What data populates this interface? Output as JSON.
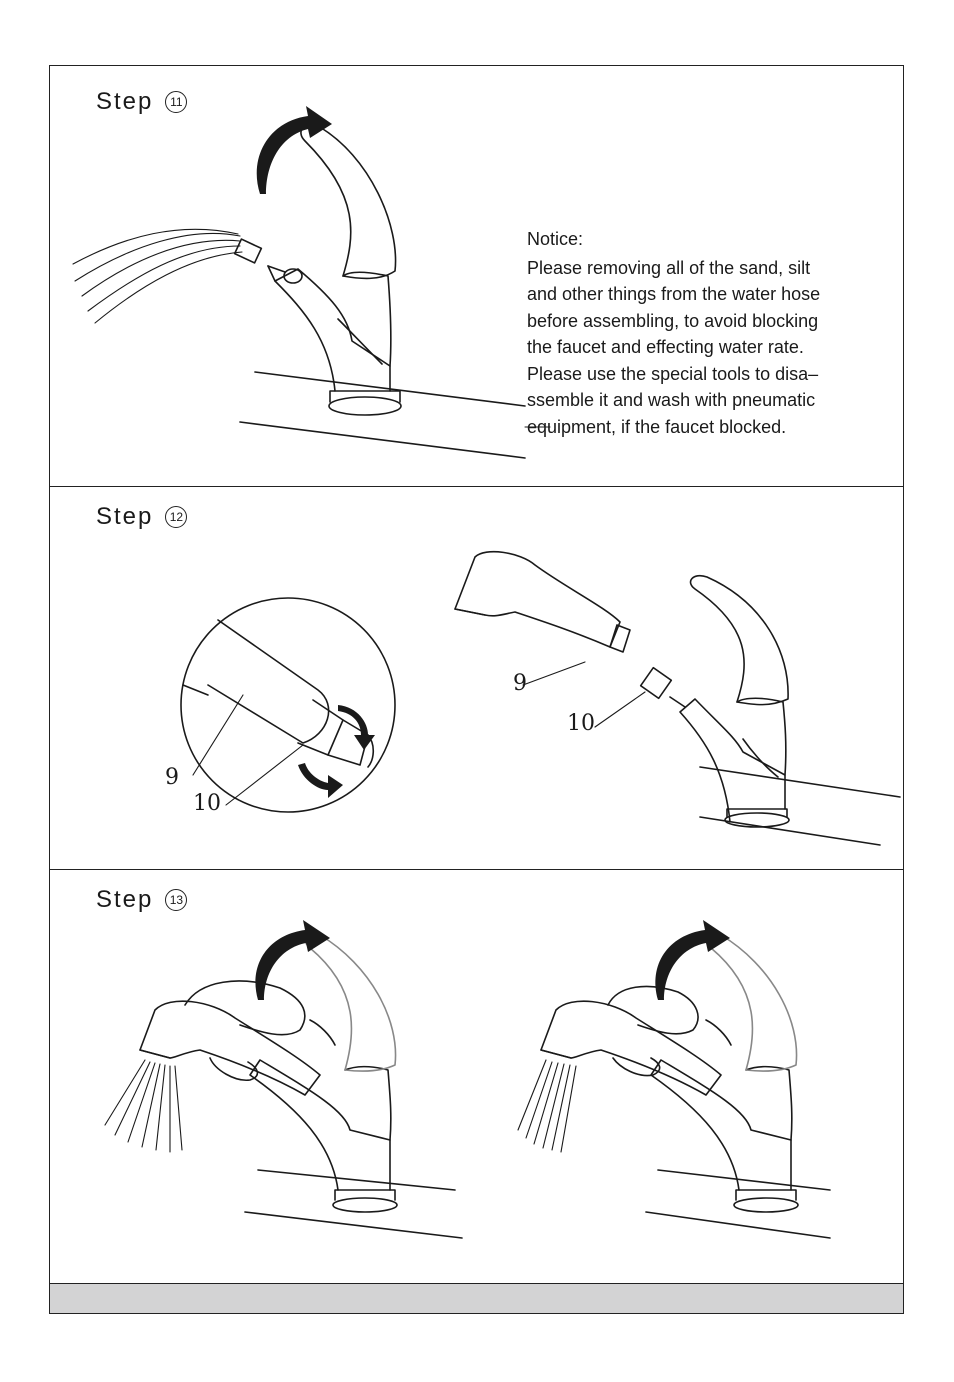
{
  "steps": [
    {
      "label": "Step",
      "number": "11"
    },
    {
      "label": "Step",
      "number": "12"
    },
    {
      "label": "Step",
      "number": "13"
    }
  ],
  "notice": {
    "title": "Notice:",
    "lines": [
      "Please removing all of the sand, silt",
      "and other things from the water hose",
      "before assembling, to avoid blocking",
      "the faucet and effecting water rate.",
      "Please use the special tools to disa–",
      "ssemble it and wash with pneumatic",
      "equipment,  if  the faucet blocked."
    ]
  },
  "callouts": {
    "detail_hose": "9",
    "detail_connector": "10",
    "main_hose": "9",
    "main_connector": "10"
  },
  "colors": {
    "line": "#1a1a1a",
    "footer_bar": "#d3d3d4",
    "frame": "#222222"
  },
  "icons": [
    "rotate-arrow-icon",
    "faucet-illustration",
    "spray-head-illustration",
    "hand-illustration"
  ]
}
